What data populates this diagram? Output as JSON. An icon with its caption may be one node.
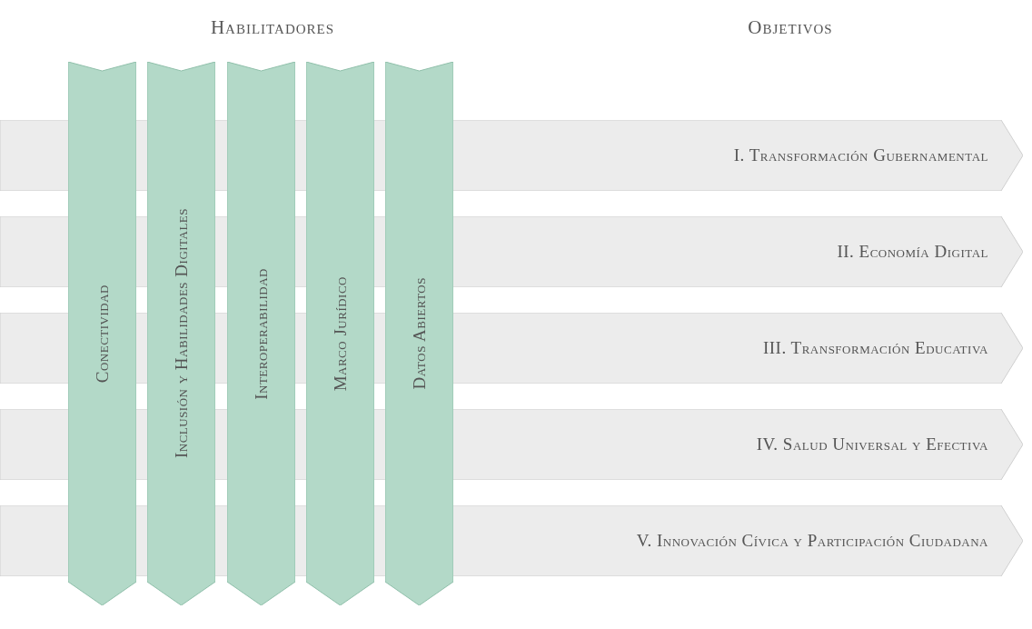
{
  "diagram": {
    "nodes": [
      {
        "text": [
          "Conectividad"
        ]
      },
      {
        "text": [
          "Inclusión y Habilidades Digitales"
        ]
      },
      {
        "text": [
          "Interoperabilidad"
        ]
      },
      {
        "text": [
          "Marco Jurídico"
        ]
      },
      {
        "text": [
          "Datos Abiertos"
        ]
      },
      {
        "text": [
          "I. Transformación Gubernamental"
        ]
      },
      {
        "text": [
          "II. Economía Digital"
        ]
      },
      {
        "text": [
          "III. Transformación Educativa"
        ]
      },
      {
        "text": [
          "IV. Salud Universal y Efectiva"
        ]
      },
      {
        "text": [
          "V. Innovación Cívica y Participación Ciudadana"
        ]
      }
    ],
    "labels": [
      "Habilitadores",
      "Objetivos"
    ]
  }
}
